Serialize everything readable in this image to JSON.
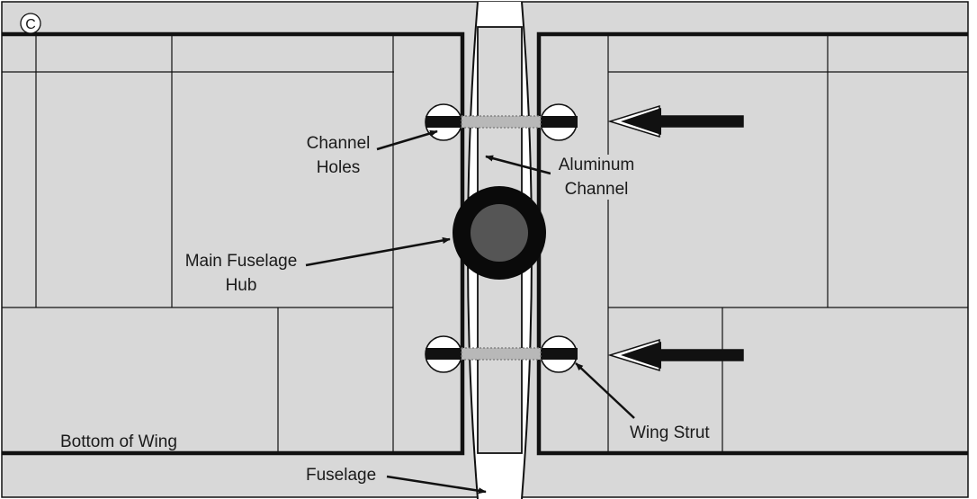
{
  "figure": {
    "panel_letter": "C",
    "labels": {
      "channel_holes_line1": "Channel",
      "channel_holes_line2": "Holes",
      "aluminum_channel_line1": "Aluminum",
      "aluminum_channel_line2": "Channel",
      "main_hub_line1": "Main Fuselage",
      "main_hub_line2": "Hub",
      "bottom_of_wing": "Bottom of Wing",
      "fuselage": "Fuselage",
      "wing_strut": "Wing Strut"
    },
    "colors": {
      "panel_fill": "#d8d8d8",
      "line": "#111111",
      "hub_outer": "#0a0a0a",
      "hub_inner": "#555555",
      "background": "#ffffff"
    }
  }
}
